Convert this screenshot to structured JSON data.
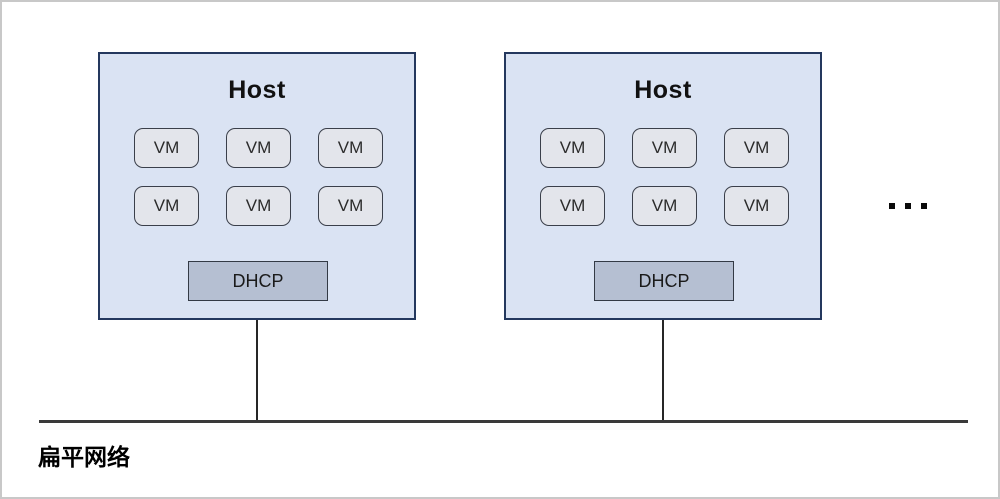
{
  "diagram": {
    "hosts": [
      {
        "title": "Host",
        "vms": [
          "VM",
          "VM",
          "VM",
          "VM",
          "VM",
          "VM"
        ],
        "dhcp_label": "DHCP"
      },
      {
        "title": "Host",
        "vms": [
          "VM",
          "VM",
          "VM",
          "VM",
          "VM",
          "VM"
        ],
        "dhcp_label": "DHCP"
      }
    ],
    "network_label": "扁平网络",
    "more_hosts_icon": "ellipsis-icon"
  },
  "colors": {
    "host_fill": "#dae3f3",
    "host_border": "#24385e",
    "vm_fill": "#e3e5eb",
    "vm_border": "#3a3f4a",
    "dhcp_fill": "#b5bfd2",
    "dhcp_border": "#333a45",
    "connector_line": "#262626",
    "network_line": "#3a3a3a",
    "page_border": "#c8c8c8",
    "text": "#111111"
  }
}
